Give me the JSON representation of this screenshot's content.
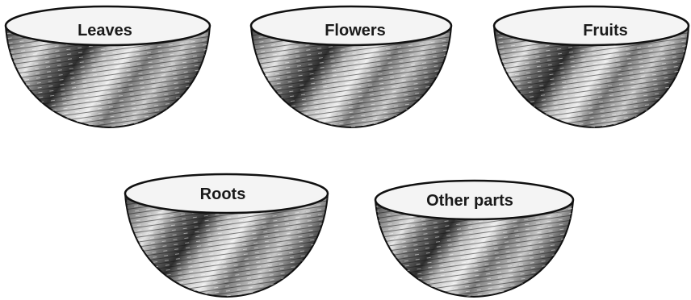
{
  "bowls": [
    {
      "label": "Leaves"
    },
    {
      "label": "Flowers"
    },
    {
      "label": "Fruits"
    },
    {
      "label": "Roots"
    },
    {
      "label": "Other parts"
    }
  ],
  "colors": {
    "bowl_light": "#dcdcdc",
    "bowl_mid": "#8c8c8c",
    "bowl_dark": "#2a2a2a",
    "outline": "#111111",
    "rim_fill": "#f4f4f4"
  }
}
